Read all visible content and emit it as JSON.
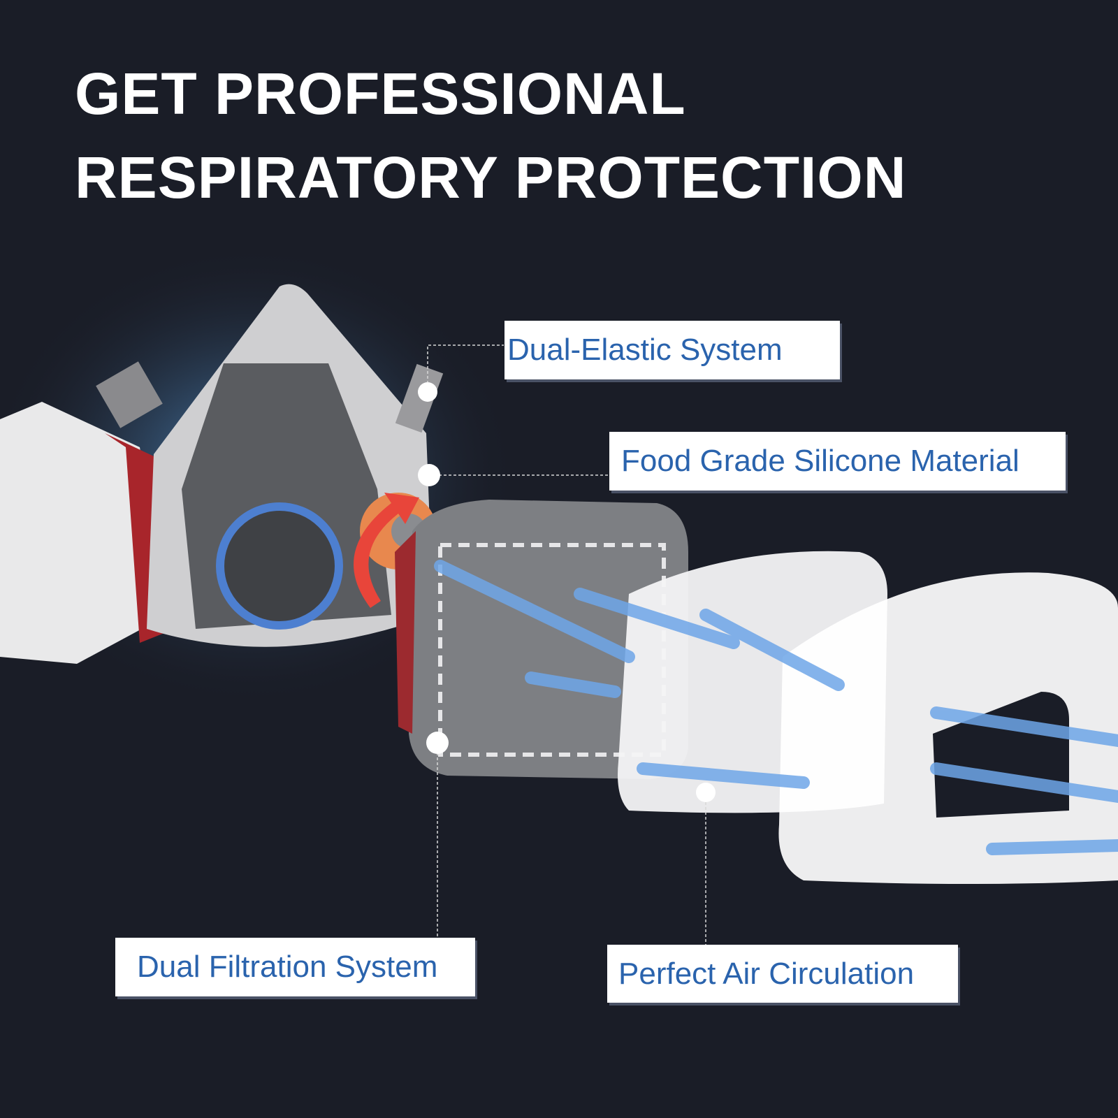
{
  "headline": {
    "line1": "GET PROFESSIONAL",
    "line2": "RESPIRATORY PROTECTION"
  },
  "callouts": {
    "dual_elastic": "Dual-Elastic System",
    "food_grade": "Food Grade Silicone Material",
    "dual_filtration": "Dual Filtration System",
    "air_circulation": "Perfect Air Circulation"
  },
  "colors": {
    "background": "#1a1d27",
    "label_text": "#2a63ad",
    "airflow_arrows": "#6ea6e8",
    "accent_red": "#e8453a"
  }
}
